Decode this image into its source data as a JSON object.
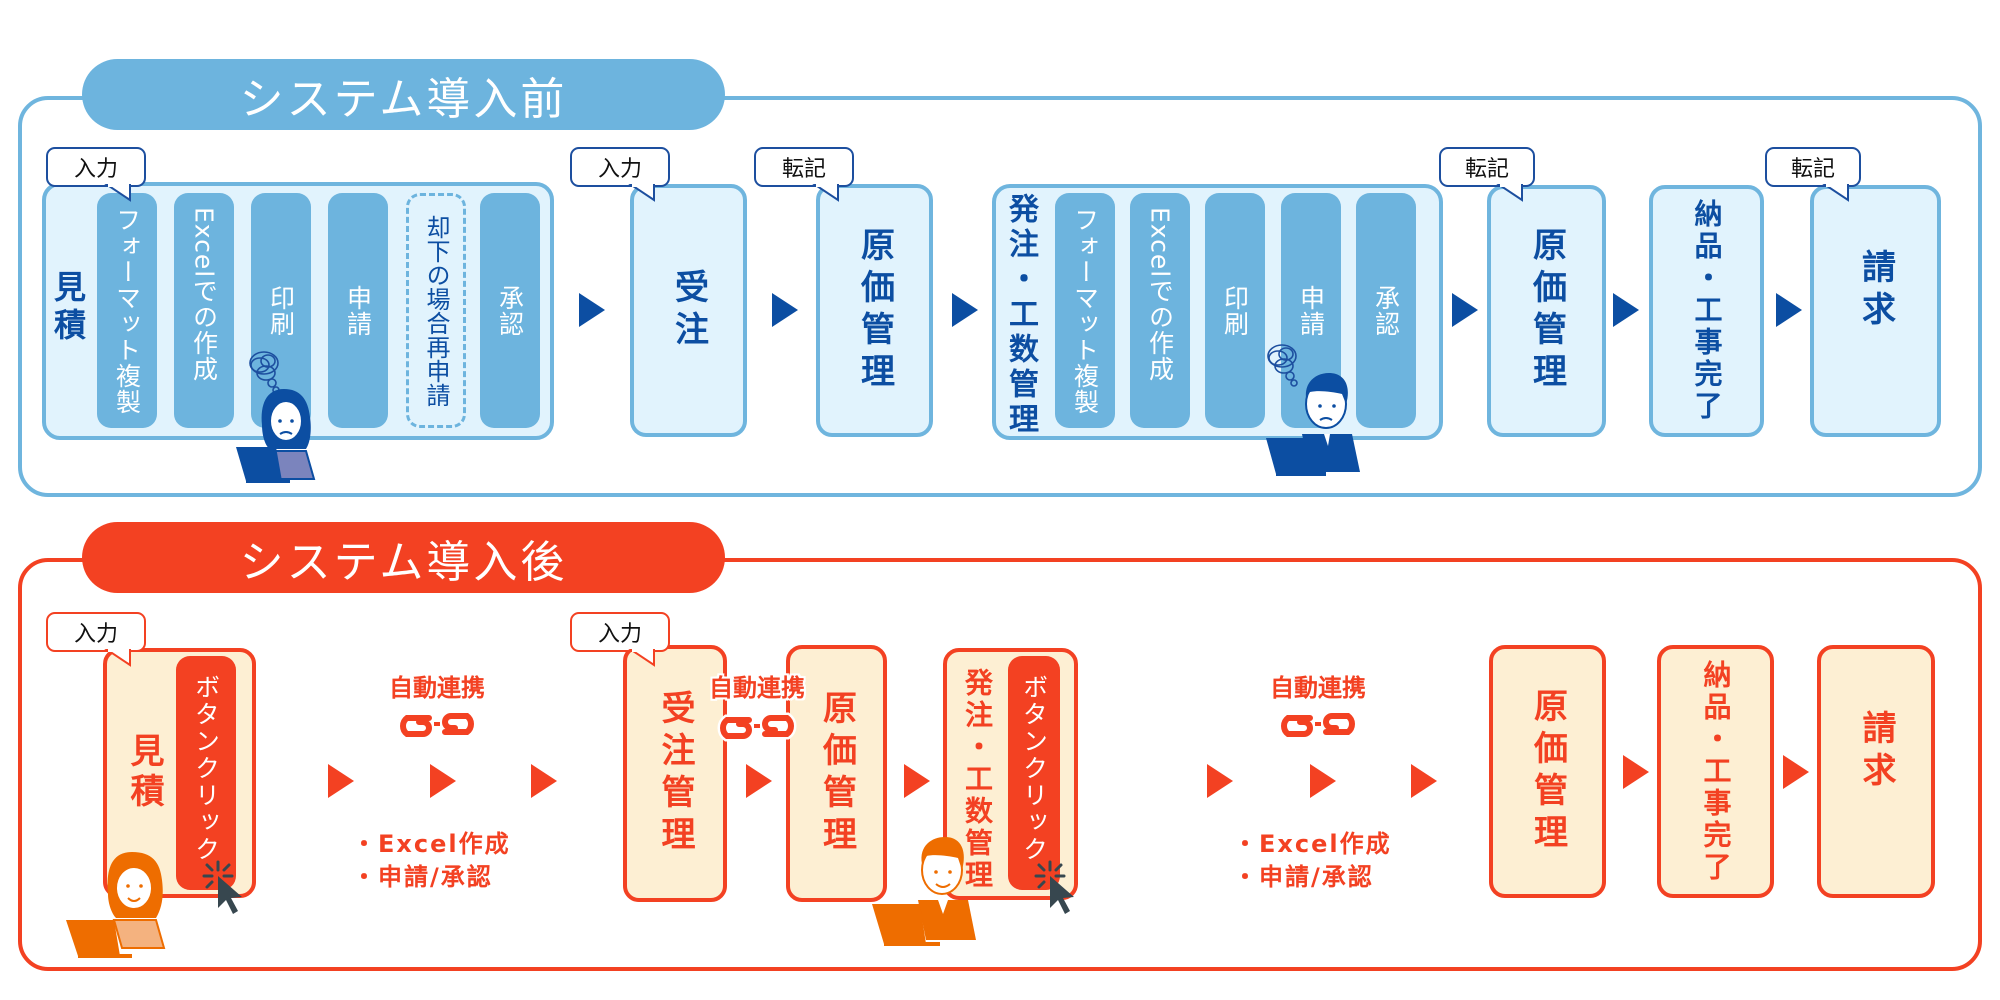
{
  "before": {
    "title": "システム導入前",
    "colors": {
      "accent": "#6db4de",
      "border": "#6fb5de",
      "fill": "#e1f3fd",
      "text": "#0c4ea2",
      "arrow": "#0c4ea2"
    },
    "estimate": {
      "label": "見積",
      "bubble": "入力",
      "steps": [
        "フォーマット複製",
        "Excelでの作成",
        "印刷",
        "申請",
        "却下の場合再申請",
        "承認"
      ]
    },
    "order": {
      "label": "受注",
      "bubble": "入力"
    },
    "cost1": {
      "label": "原価管理",
      "bubble": "転記"
    },
    "purchase": {
      "label": "発注・工数管理",
      "steps": [
        "フォーマット複製",
        "Excelでの作成",
        "印刷",
        "申請",
        "承認"
      ]
    },
    "cost2": {
      "label": "原価管理",
      "bubble": "転記"
    },
    "delivery": {
      "label": "納品・工事完了"
    },
    "billing": {
      "label": "請求",
      "bubble": "転記"
    },
    "icons": [
      "worried-woman-at-laptop-icon",
      "worried-man-at-laptop-icon",
      "tangled-thought-icon"
    ]
  },
  "after": {
    "title": "システム導入後",
    "colors": {
      "accent": "#f34122",
      "fill": "#fdefd3",
      "cursor": "#37474f"
    },
    "estimate": {
      "label": "見積",
      "bubble": "入力",
      "button": "ボタンクリック"
    },
    "link1": {
      "label": "自動連携",
      "items": [
        "・Excel作成",
        "・申請/承認"
      ]
    },
    "order": {
      "label": "受注管理",
      "bubble": "入力"
    },
    "link_mid": {
      "label": "自動連携"
    },
    "cost1": {
      "label": "原価管理"
    },
    "purchase": {
      "label": "発注・工数管理",
      "button": "ボタンクリック"
    },
    "link2": {
      "label": "自動連携",
      "items": [
        "・Excel作成",
        "・申請/承認"
      ]
    },
    "cost2": {
      "label": "原価管理"
    },
    "delivery": {
      "label": "納品・工事完了"
    },
    "billing": {
      "label": "請求"
    },
    "icons": [
      "happy-woman-at-laptop-icon",
      "happy-man-at-laptop-icon",
      "chain-link-icon",
      "cursor-click-icon"
    ]
  }
}
